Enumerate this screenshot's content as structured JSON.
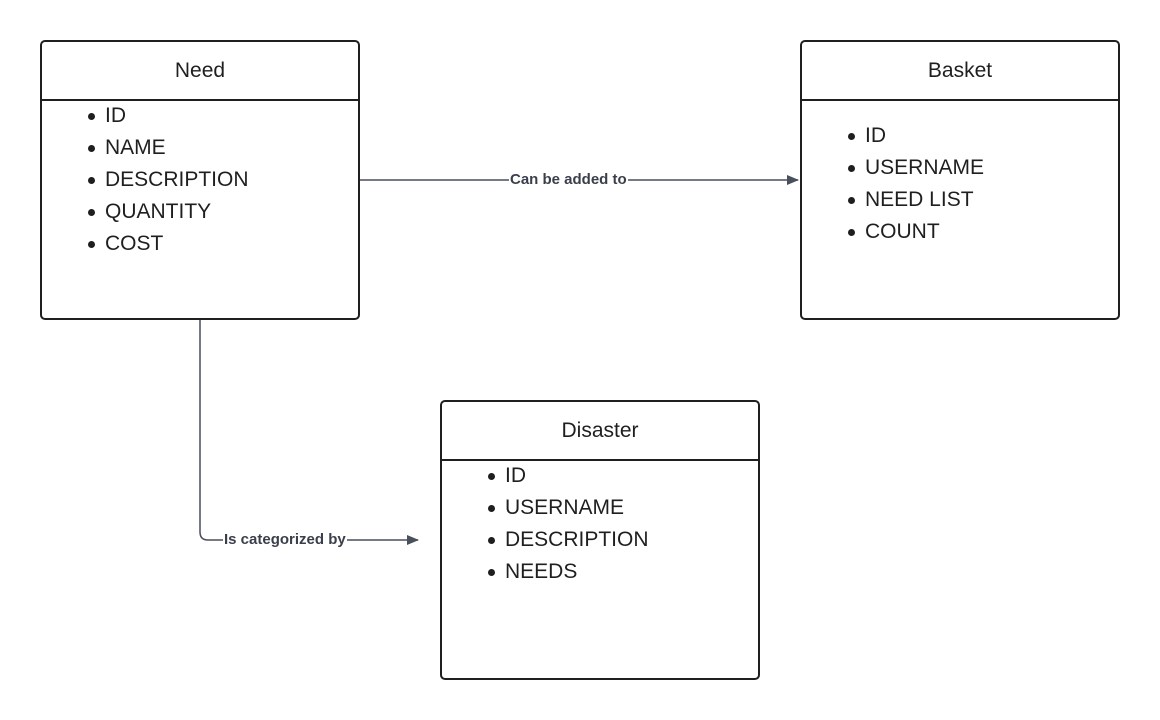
{
  "entities": {
    "need": {
      "title": "Need",
      "attributes": [
        "ID",
        "NAME",
        "DESCRIPTION",
        "QUANTITY",
        "COST"
      ]
    },
    "basket": {
      "title": "Basket",
      "attributes": [
        "ID",
        "USERNAME",
        "NEED LIST",
        "COUNT"
      ]
    },
    "disaster": {
      "title": "Disaster",
      "attributes": [
        "ID",
        "USERNAME",
        "DESCRIPTION",
        "NEEDS"
      ]
    }
  },
  "relationships": {
    "need_to_basket": {
      "label": "Can be added to"
    },
    "need_to_disaster": {
      "label": "Is categorized by"
    }
  },
  "colors": {
    "box_border": "#1f1f1f",
    "connector": "#4a4f5c",
    "label_text": "#3a3f4b"
  }
}
